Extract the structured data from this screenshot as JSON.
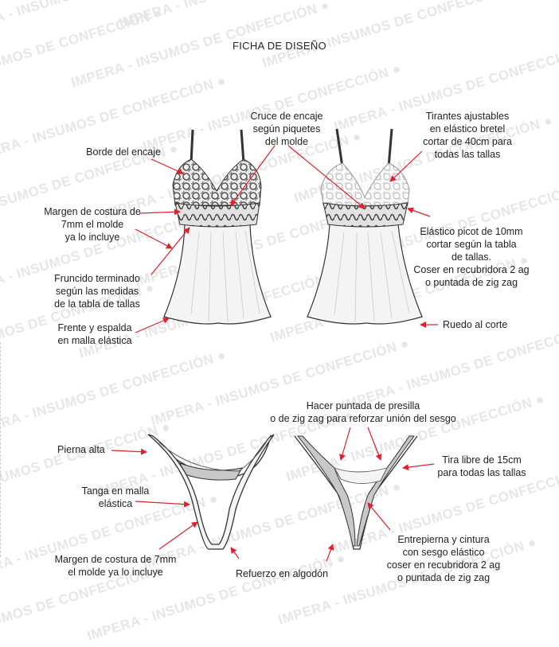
{
  "title": "FICHA DE DISEÑO",
  "watermark": "IMPERA - INSUMOS DE CONFECCIÓN ●",
  "colors": {
    "arrow": "#e0202a",
    "line": "#333333",
    "lace": "#555555",
    "fabric": "#f4f4f4",
    "lining": "#c8c8c8"
  },
  "labels": {
    "borde": "Borde del encaje",
    "cruce": "Cruce de encaje\nsegún piquetes\ndel molde",
    "tirantes": "Tirantes ajustables\nen elástico bretel\ncortar de 40cm para\ntodas las tallas",
    "margen1": "Margen de costura de\n7mm el molde\nya lo incluye",
    "elastico": "Elástico picot de 10mm\ncortar según la tabla\nde tallas.\nCoser en recubridora 2 ag\no puntada de zig zag",
    "fruncido": "Fruncido terminado\nsegún las medidas\nde la tabla de tallas",
    "frente": "Frente y espalda\nen malla elástica",
    "ruedo": "Ruedo al corte",
    "presilla": "Hacer puntada de presilla\no de zig zag para reforzar unión del sesgo",
    "pierna": "Pierna alta",
    "tira": "Tira libre de 15cm\npara todas las tallas",
    "tanga": "Tanga en malla\nelástica",
    "entrepierna": "Entrepierna y cintura\ncon sesgo elástico\ncoser en recubridora 2 ag\no puntada de zig zag",
    "margen2": "Margen de costura de 7mm\nel molde ya lo incluye",
    "refuerzo": "Refuerzo en algodón"
  }
}
